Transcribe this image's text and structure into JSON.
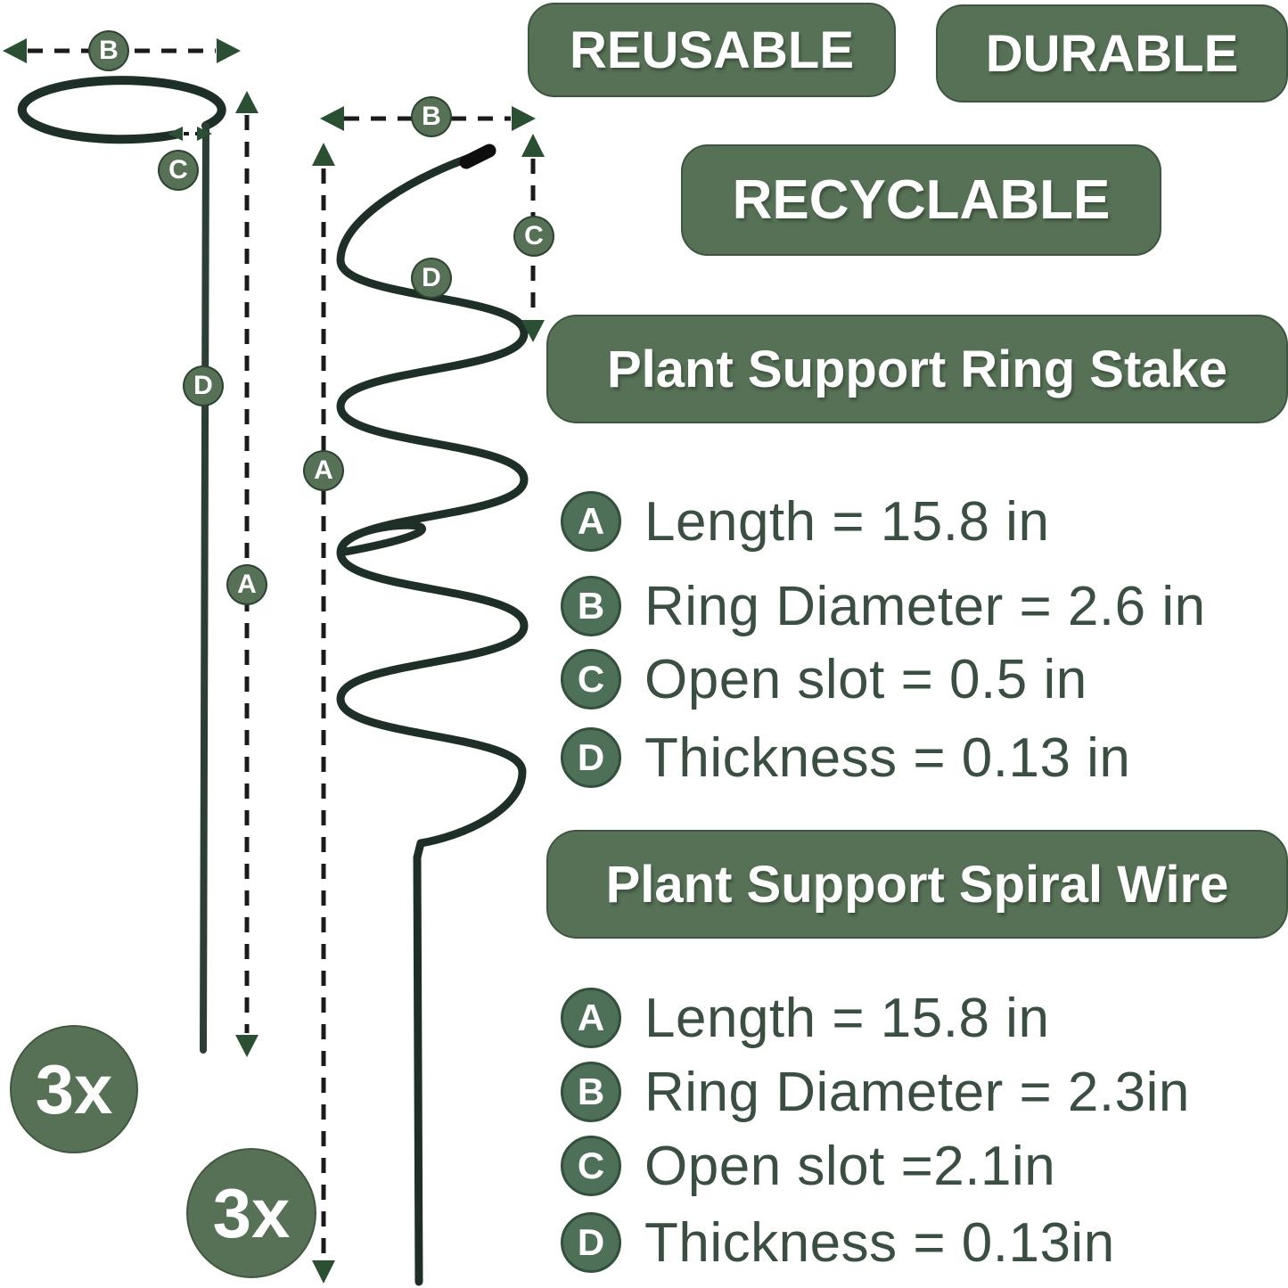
{
  "colors": {
    "accent_green": "#567155",
    "wire_dark": "#1e2f27",
    "dash_black": "#1b1b1b",
    "arrowhead_green": "#2b4f33",
    "spec_text": "#3a4e42"
  },
  "top_badges": [
    {
      "label": "REUSABLE"
    },
    {
      "label": "DURABLE"
    },
    {
      "label": "RECYCLABLE"
    }
  ],
  "sections": [
    {
      "title": "Plant Support Ring Stake",
      "specs": [
        {
          "key": "A",
          "label": "Length = 15.8 in"
        },
        {
          "key": "B",
          "label": "Ring Diameter = 2.6 in"
        },
        {
          "key": "C",
          "label": "Open slot = 0.5 in"
        },
        {
          "key": "D",
          "label": "Thickness = 0.13 in"
        }
      ]
    },
    {
      "title": "Plant Support Spiral Wire",
      "specs": [
        {
          "key": "A",
          "label": "Length = 15.8 in"
        },
        {
          "key": "B",
          "label": "Ring Diameter = 2.3in"
        },
        {
          "key": "C",
          "label": "Open slot =2.1in"
        },
        {
          "key": "D",
          "label": "Thickness = 0.13in"
        }
      ]
    }
  ],
  "diagram": {
    "ring_stake": {
      "markers": [
        "B",
        "C",
        "D",
        "A"
      ],
      "quantity": "3x"
    },
    "spiral": {
      "markers": [
        "B",
        "C",
        "D",
        "A"
      ],
      "quantity": "3x"
    }
  }
}
